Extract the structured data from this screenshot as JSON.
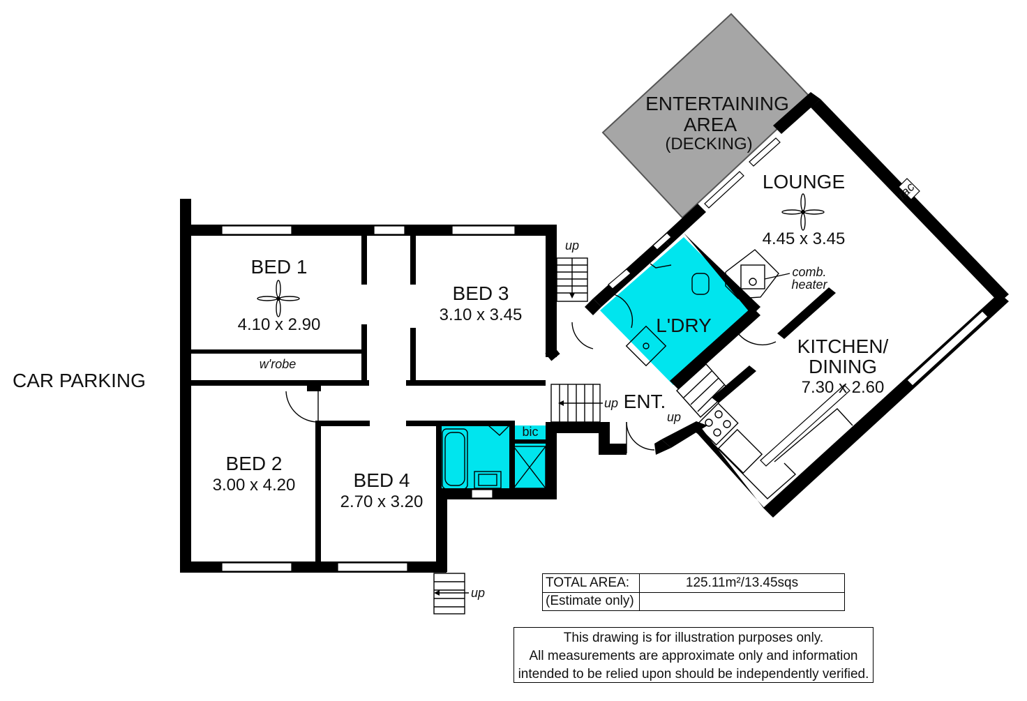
{
  "rooms": {
    "bed1": {
      "name": "BED 1",
      "dims": "4.10 x 2.90"
    },
    "bed2": {
      "name": "BED 2",
      "dims": "3.00 x 4.20"
    },
    "bed3": {
      "name": "BED 3",
      "dims": "3.10 x 3.45"
    },
    "bed4": {
      "name": "BED 4",
      "dims": "2.70 x 3.20"
    },
    "lounge": {
      "name": "LOUNGE",
      "dims": "4.45 x 3.45"
    },
    "kitchen": {
      "line1": "KITCHEN/",
      "line2": "DINING",
      "dims": "7.30 x 2.60"
    },
    "laundry": {
      "name": "L'DRY"
    },
    "entry": {
      "name": "ENT."
    },
    "entertaining": {
      "line1": "ENTERTAINING",
      "line2": "AREA",
      "line3": "(DECKING)"
    }
  },
  "labels": {
    "wrobe": "w'robe",
    "bic": "bic",
    "rac": "rac",
    "comb_heater_1": "comb.",
    "comb_heater_2": "heater",
    "up": "up",
    "car_parking": "CAR PARKING"
  },
  "area": {
    "label": "TOTAL AREA:",
    "value": "125.11m²/13.45sqs",
    "note": "(Estimate only)"
  },
  "disclaimer": {
    "line1": "This drawing is for illustration purposes only.",
    "line2": "All measurements are approximate only and information",
    "line3": "intended to be relied upon should be independently verified."
  },
  "colors": {
    "wet_area": "#00e5ee",
    "decking": "#a6a6a6",
    "walls": "#000000"
  }
}
